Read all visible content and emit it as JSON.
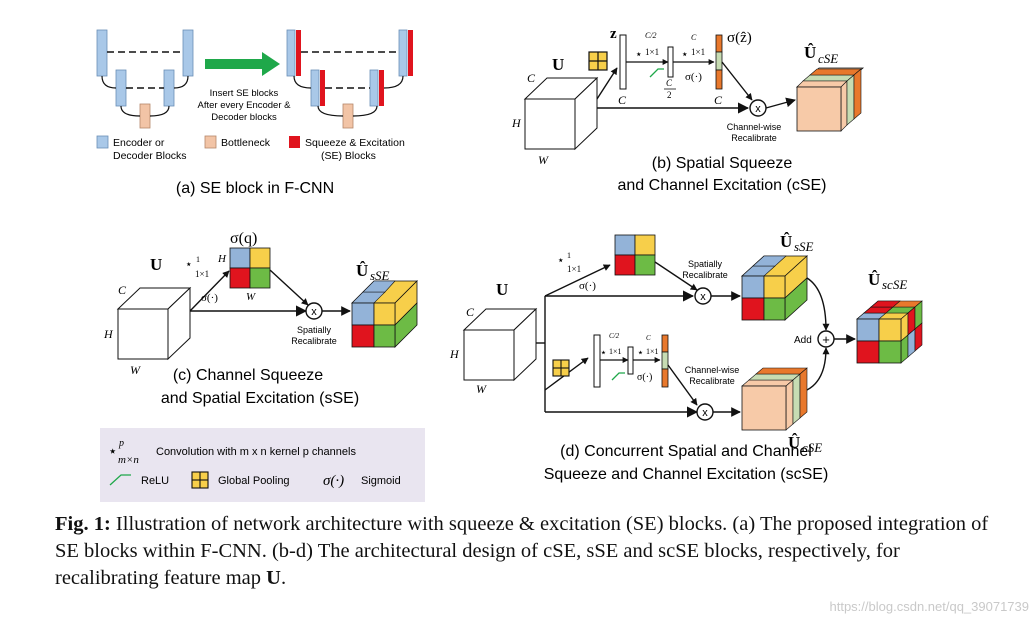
{
  "panel_a": {
    "title": "(a) SE block in F-CNN",
    "arrow_text": [
      "Insert SE blocks",
      "After every Encoder &",
      "Decoder blocks"
    ],
    "legend": {
      "encoder_decoder": [
        "Encoder or",
        "Decoder Blocks"
      ],
      "bottleneck": "Bottleneck",
      "se": [
        "Squeeze & Excitation",
        "(SE) Blocks"
      ]
    }
  },
  "panel_b": {
    "title": [
      "(b) Spatial Squeeze",
      "and Channel Excitation (cSE)"
    ],
    "U": "U",
    "z": "z",
    "conv1": "⋆",
    "conv1_sup": "C/2",
    "conv1_sub": "1×1",
    "conv2": "⋆",
    "conv2_sup": "C",
    "conv2_sub": "1×1",
    "C_bottom": "C",
    "C2_top": "C",
    "C2_bottom": "2",
    "C_end": "C",
    "sigma": "σ(·)",
    "sigma_zhat": "σ(ẑ)",
    "recalibrate": [
      "Channel-wise",
      "Recalibrate"
    ],
    "U_hat": "Û",
    "U_hat_sub": "cSE",
    "cube": {
      "C": "C",
      "H": "H",
      "W": "W"
    }
  },
  "panel_c": {
    "title": [
      "(c) Channel Squeeze",
      "and Spatial Excitation (sSE)"
    ],
    "U": "U",
    "conv": "⋆",
    "conv_sup": "1",
    "conv_sub": "1×1",
    "sigma_q": "σ(q)",
    "sigma": "σ(·)",
    "H": "H",
    "W": "W",
    "recalibrate": [
      "Spatially",
      "Recalibrate"
    ],
    "U_hat": "Û",
    "U_hat_sub": "sSE",
    "cube": {
      "C": "C",
      "H": "H",
      "W": "W"
    }
  },
  "panel_d": {
    "title": [
      "(d) Concurrent Spatial and Channel",
      "Squeeze and Channel Excitation (scSE)"
    ],
    "U": "U",
    "conv_top": "⋆",
    "conv_top_sup": "1",
    "conv_top_sub": "1×1",
    "sigma": "σ(·)",
    "spatial_recal": [
      "Spatially",
      "Recalibrate"
    ],
    "channel_recal": [
      "Channel-wise",
      "Recalibrate"
    ],
    "conv1_sup": "C/2",
    "conv2_sup": "C",
    "conv_sub": "1×1",
    "add": "Add",
    "U_sSE": "sSE",
    "U_cSE": "cSE",
    "U_scSE": "scSE",
    "U_hat": "Û",
    "cube": {
      "C": "C",
      "H": "H",
      "W": "W"
    }
  },
  "legend_box": {
    "conv_symbol": "⋆",
    "conv_sup": "p",
    "conv_sub": "m×n",
    "conv_text": "Convolution with m x n kernel p channels",
    "relu": "ReLU",
    "pooling": "Global Pooling",
    "sigmoid_symbol": "σ(·)",
    "sigmoid": "Sigmoid"
  },
  "caption": {
    "label": "Fig. 1:",
    "text": "Illustration of network architecture with squeeze & excitation (SE) blocks. (a) The proposed integration of SE blocks within F-CNN. (b-d) The architectural design of cSE, sSE and scSE blocks, respectively, for recalibrating feature map",
    "bold_end": "U",
    "end": "."
  },
  "watermark": "https://blog.csdn.net/qq_39071739",
  "colors": {
    "encoder_blue": "#a9c8e8",
    "bottleneck_peach": "#f2c4a6",
    "se_red": "#e0141e",
    "green_arrow": "#1fa84a",
    "sq_blue": "#93b3d8",
    "sq_yellow": "#f7cf4a",
    "sq_red": "#e0141e",
    "sq_green": "#6dbb45",
    "cse_peach": "#f7caa8",
    "cse_orange": "#e8782c",
    "cse_light_green": "#c7dcb3",
    "legend_bg": "#e9e5f0"
  }
}
